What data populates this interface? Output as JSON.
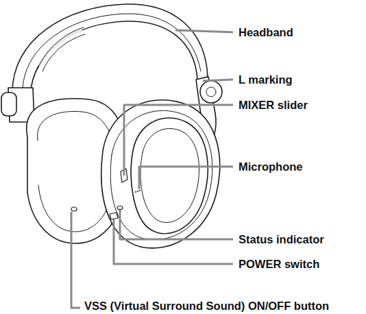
{
  "diagram": {
    "labels": [
      "Headband",
      "L marking",
      "MIXER slider",
      "Microphone",
      "Status indicator",
      "POWER switch",
      "VSS (Virtual Surround Sound) ON/OFF button"
    ]
  }
}
